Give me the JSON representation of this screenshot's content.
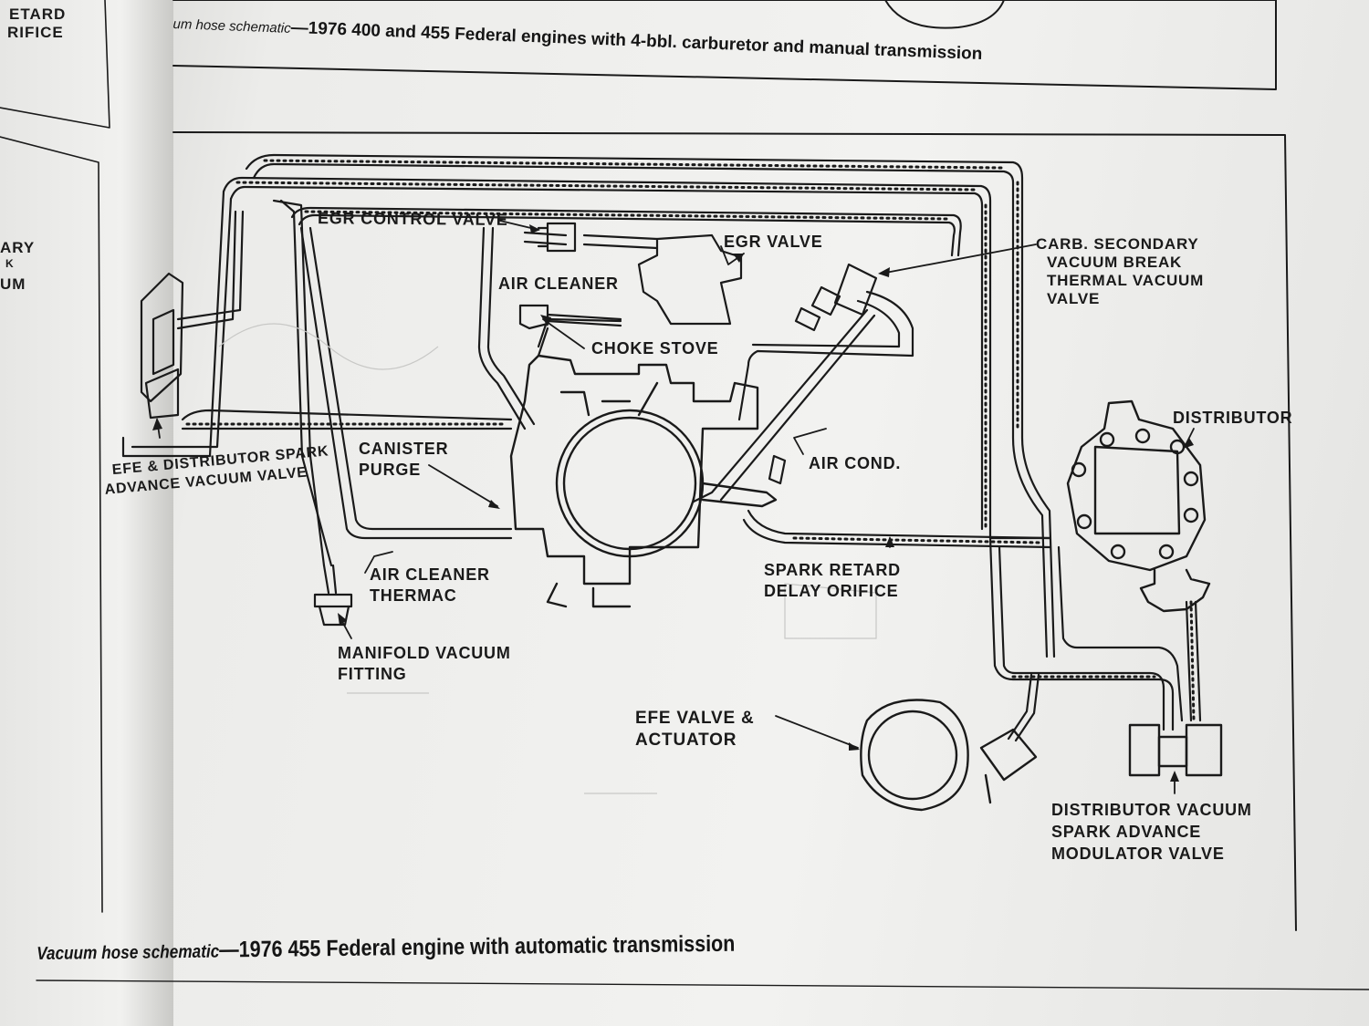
{
  "captions": {
    "top_prefix": "um hose schematic",
    "top_rest": "—1976 400 and 455 Federal engines with 4-bbl. carburetor and manual transmission",
    "bottom_prefix": "Vacuum hose schematic",
    "bottom_rest": "—1976 455 Federal engine with automatic transmission"
  },
  "left_page_fragments": [
    "ETARD",
    "RIFICE",
    "ARY",
    "K",
    "UM"
  ],
  "labels": {
    "egr_control_valve": "EGR CONTROL VALVE",
    "egr_valve": "EGR VALVE",
    "air_cleaner": "AIR CLEANER",
    "choke_stove": "CHOKE STOVE",
    "carb_secondary_1": "CARB. SECONDARY",
    "carb_secondary_2": "VACUUM BREAK",
    "carb_secondary_3": "THERMAL VACUUM",
    "carb_secondary_4": "VALVE",
    "distributor": "DISTRIBUTOR",
    "air_cond": "AIR COND.",
    "canister_1": "CANISTER",
    "canister_2": "PURGE",
    "efe_dist_1": "EFE & DISTRIBUTOR SPARK",
    "efe_dist_2": "ADVANCE VACUUM VALVE",
    "thermac_1": "AIR CLEANER",
    "thermac_2": "THERMAC",
    "spark_retard_1": "SPARK RETARD",
    "spark_retard_2": "DELAY ORIFICE",
    "manifold_1": "MANIFOLD VACUUM",
    "manifold_2": "FITTING",
    "efe_valve_1": "EFE VALVE &",
    "efe_valve_2": "ACTUATOR",
    "modulator_1": "DISTRIBUTOR VACUUM",
    "modulator_2": "SPARK ADVANCE",
    "modulator_3": "MODULATOR VALVE"
  },
  "colors": {
    "ink": "#1a1a1a",
    "paper": "#f0f0ee"
  }
}
